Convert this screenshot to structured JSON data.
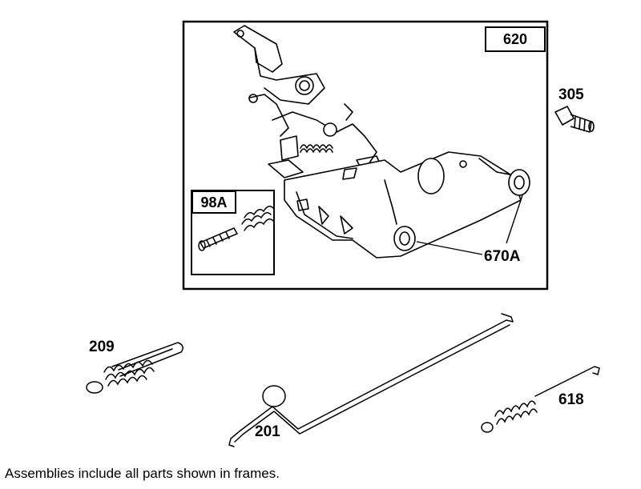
{
  "labels": {
    "frame_main": "620",
    "frame_sub": "98A",
    "part_305": "305",
    "part_670a": "670A",
    "part_209": "209",
    "part_201": "201",
    "part_618": "618"
  },
  "caption": "Assemblies include all parts shown in frames.",
  "colors": {
    "ink": "#000000",
    "paper": "#ffffff"
  }
}
